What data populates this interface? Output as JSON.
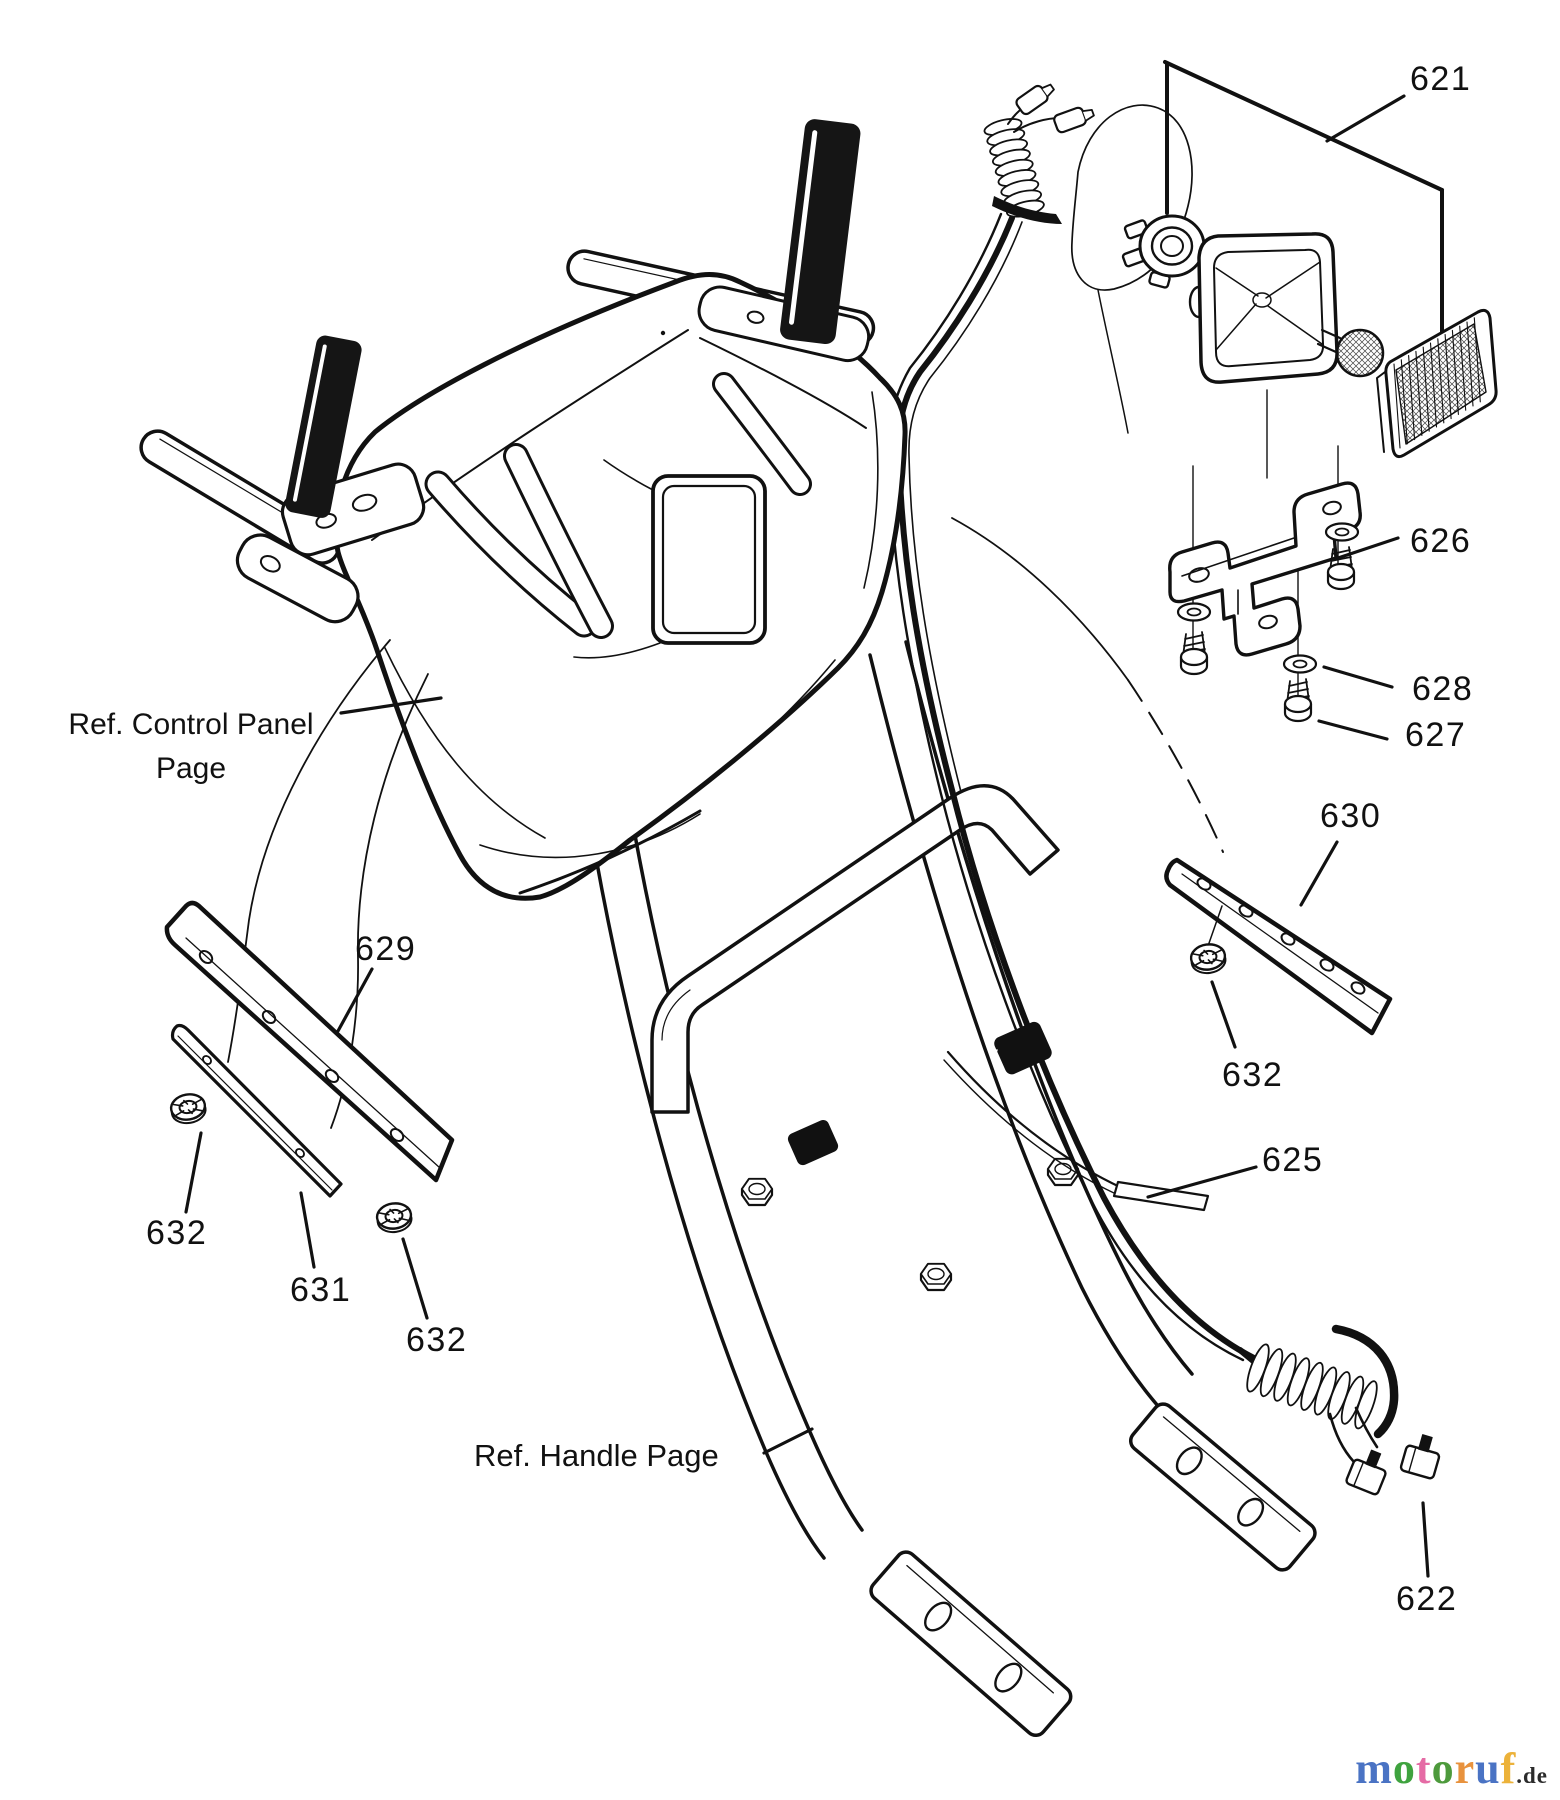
{
  "callouts": {
    "p621": {
      "text": "621"
    },
    "p622": {
      "text": "622"
    },
    "p625": {
      "text": "625"
    },
    "p626": {
      "text": "626"
    },
    "p627": {
      "text": "627"
    },
    "p628": {
      "text": "628"
    },
    "p629": {
      "text": "629"
    },
    "p630": {
      "text": "630"
    },
    "p631": {
      "text": "631"
    },
    "p632_left_upper": {
      "text": "632"
    },
    "p632_left_lower": {
      "text": "632"
    },
    "p632_right": {
      "text": "632"
    }
  },
  "references": {
    "control_panel": {
      "line1": "Ref. Control Panel",
      "line2": "Page"
    },
    "handle_page": "Ref. Handle Page"
  },
  "watermark": {
    "word": [
      {
        "ch": "m",
        "color": "#4a73c4"
      },
      {
        "ch": "o",
        "color": "#3fa33f"
      },
      {
        "ch": "t",
        "color": "#e56ba5"
      },
      {
        "ch": "o",
        "color": "#4d9a3c"
      },
      {
        "ch": "r",
        "color": "#e8923d"
      },
      {
        "ch": "u",
        "color": "#4a73c4"
      },
      {
        "ch": "f",
        "color": "#ecb23a"
      }
    ],
    "suffix": {
      "text": ".de",
      "color": "#2b2b2b"
    }
  }
}
